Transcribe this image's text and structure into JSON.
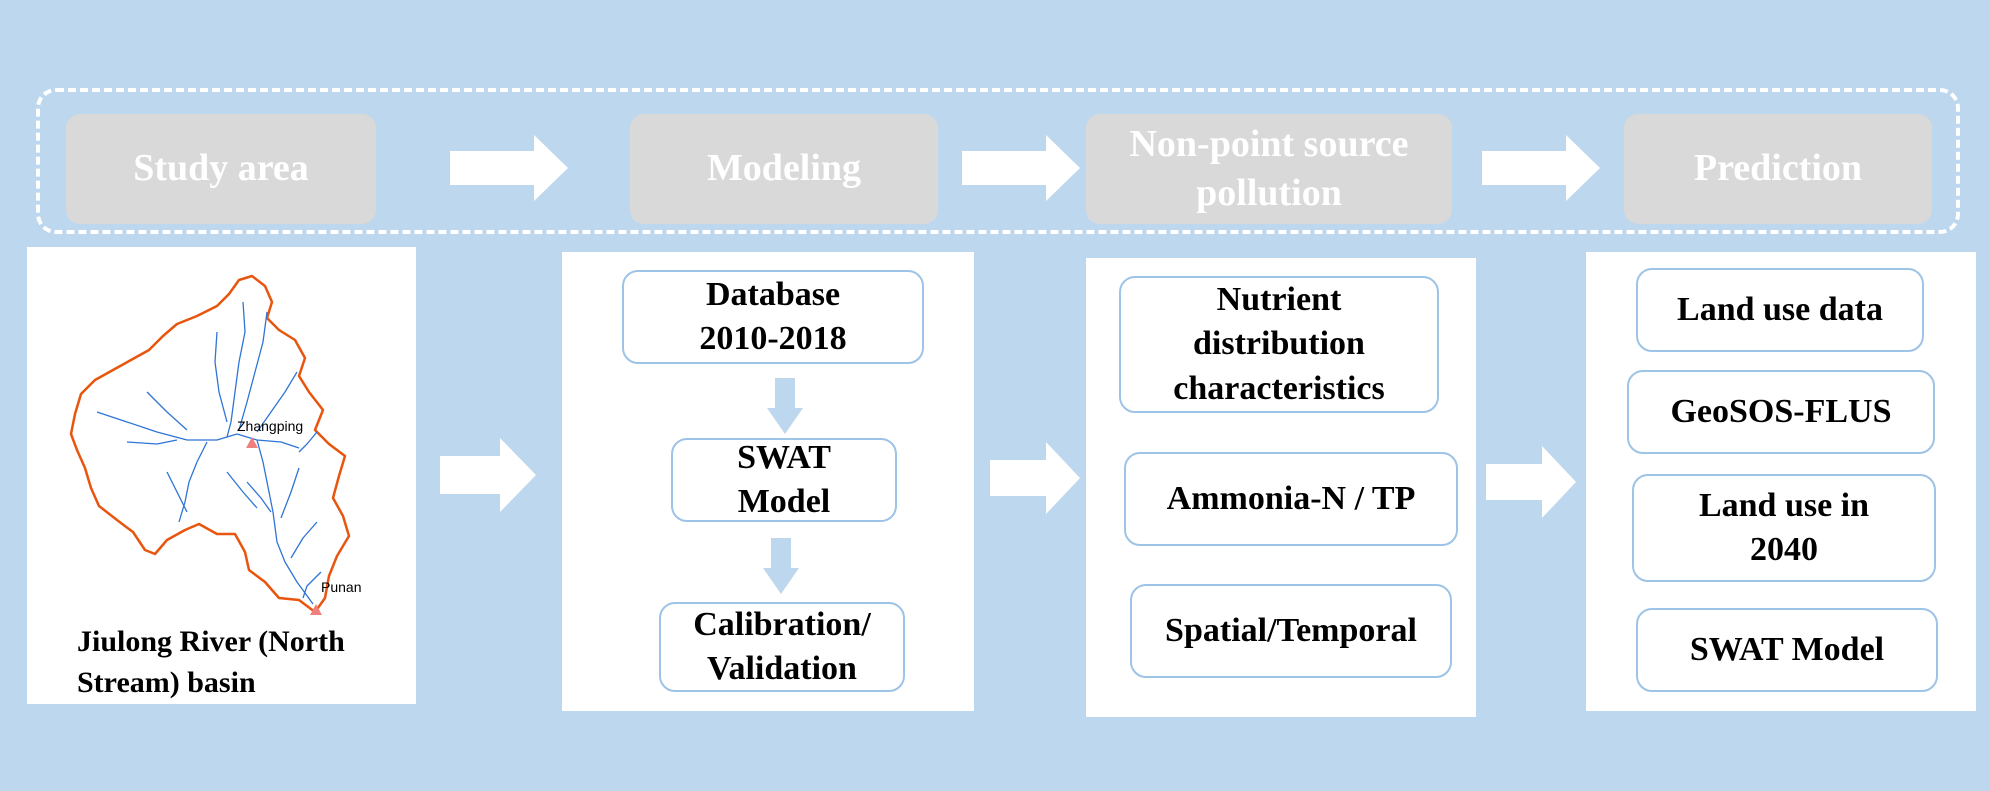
{
  "stages": [
    {
      "label": "Study area"
    },
    {
      "label": "Modeling"
    },
    {
      "label": "Non-point source pollution"
    },
    {
      "label": "Prediction"
    }
  ],
  "study_area": {
    "caption": "Jiulong River (North Stream) basin",
    "stations": [
      "Zhangping",
      "Punan"
    ]
  },
  "modeling": {
    "boxes": [
      "Database 2010-2018",
      "SWAT Model",
      "Calibration/ Validation"
    ]
  },
  "pollution": {
    "boxes": [
      "Nutrient distribution characteristics",
      "Ammonia-N / TP",
      "Spatial/Temporal"
    ]
  },
  "prediction": {
    "boxes": [
      "Land use data",
      "GeoSOS-FLUS",
      "Land use in 2040",
      "SWAT Model"
    ]
  },
  "colors": {
    "background": "#bdd7ee",
    "stage_fill": "#d9d9d9",
    "box_border": "#9dc3e6",
    "boundary": "#e8550e",
    "river": "#2e75d6",
    "station_marker": "#f08080"
  }
}
